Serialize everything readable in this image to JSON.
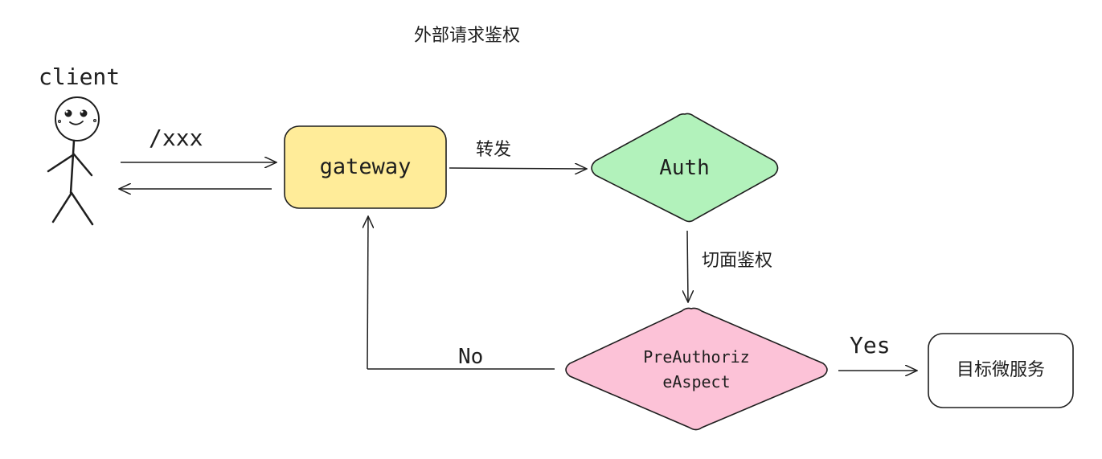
{
  "title": "外部请求鉴权",
  "actor": {
    "label": "client",
    "icon": "stick-figure"
  },
  "edges": {
    "request_path": "/xxx",
    "forward": "转发",
    "aspect_auth": "切面鉴权",
    "no": "No",
    "yes": "Yes"
  },
  "nodes": {
    "gateway": {
      "label": "gateway",
      "color": "#ffec99",
      "shape": "rounded-rect"
    },
    "auth": {
      "label": "Auth",
      "color": "#b2f2bb",
      "shape": "diamond"
    },
    "aspect": {
      "label_line1": "PreAuthoriz",
      "label_line2": "eAspect",
      "color": "#fcc2d7",
      "shape": "diamond"
    },
    "target": {
      "label": "目标微服务",
      "color": "#ffffff",
      "shape": "rounded-rect"
    }
  }
}
